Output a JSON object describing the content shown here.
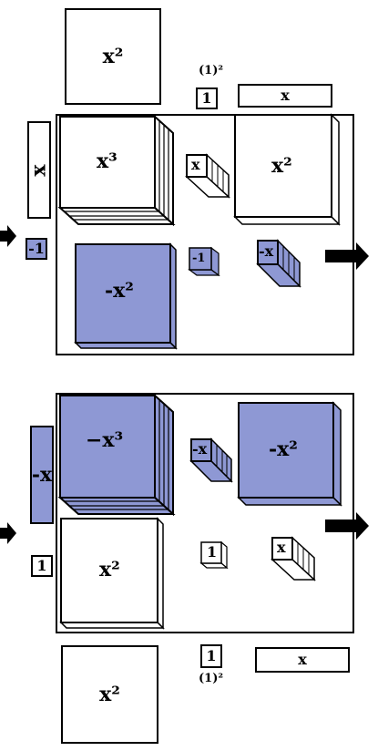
{
  "top": {
    "x2_tile": "x²",
    "one_tile": "1",
    "one_squared": "(1)²",
    "x_tile": "x",
    "x_vertical": "x",
    "minus_one": "-1",
    "x3_cube": "x³",
    "x_cube": "x",
    "x2_slab": "x²",
    "neg_x2": "-x²",
    "neg_one_cube": "-1",
    "neg_x_cube": "-x"
  },
  "bottom": {
    "neg_x_vertical": "-x",
    "neg_x3_cube": "−x³",
    "neg_x_cube": "-x",
    "neg_x2_slab": "-x²",
    "one_small": "1",
    "x2_tile": "x²",
    "one_cube": "1",
    "x_cube": "x",
    "x2_bottom": "x²",
    "one_tile": "1",
    "one_squared": "(1)²",
    "x_tile": "x"
  },
  "colors": {
    "negative": "#8e98d4",
    "positive": "#ffffff",
    "outline": "#000000"
  }
}
